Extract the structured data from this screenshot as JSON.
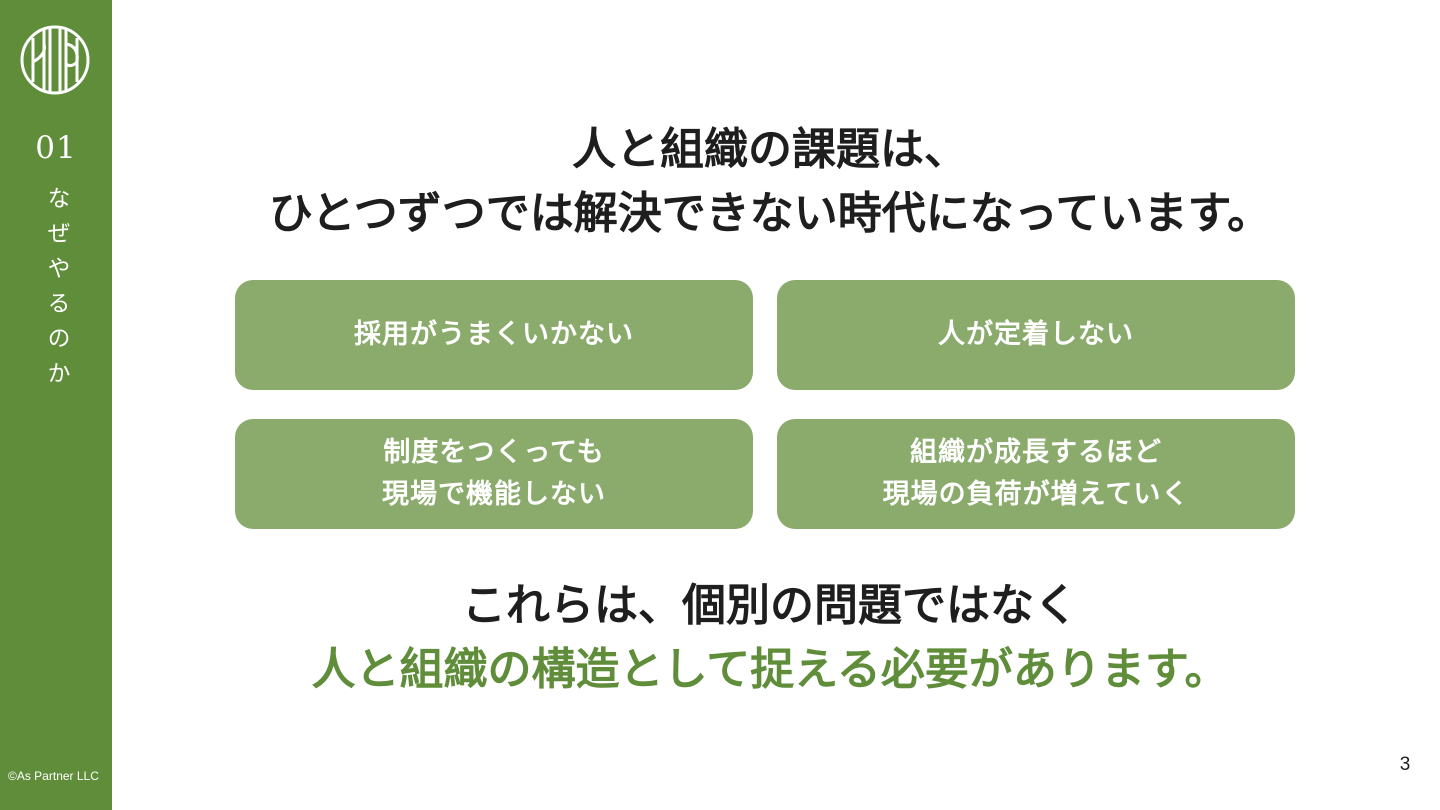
{
  "sidebar": {
    "section_number": "01",
    "section_title": "なぜやるのか",
    "copyright": "©As Partner LLC",
    "color": "#5f8d3a"
  },
  "logo": {
    "icon": "as-partner-logo-icon"
  },
  "headline": {
    "line1": "人と組織の課題は、",
    "line2": "ひとつずつでは解決できない時代になっています。"
  },
  "cards": [
    {
      "lines": [
        "採用がうまくいかない"
      ]
    },
    {
      "lines": [
        "人が定着しない"
      ]
    },
    {
      "lines": [
        "制度をつくっても",
        "現場で機能しない"
      ]
    },
    {
      "lines": [
        "組織が成長するほど",
        "現場の負荷が増えていく"
      ]
    }
  ],
  "conclusion": {
    "line1": "これらは、個別の問題ではなく",
    "line2": "人と組織の構造として捉える必要があります。"
  },
  "page_number": "3",
  "colors": {
    "accent": "#5f8d3a",
    "card": "#8aab6c",
    "text": "#1e1e1e"
  }
}
